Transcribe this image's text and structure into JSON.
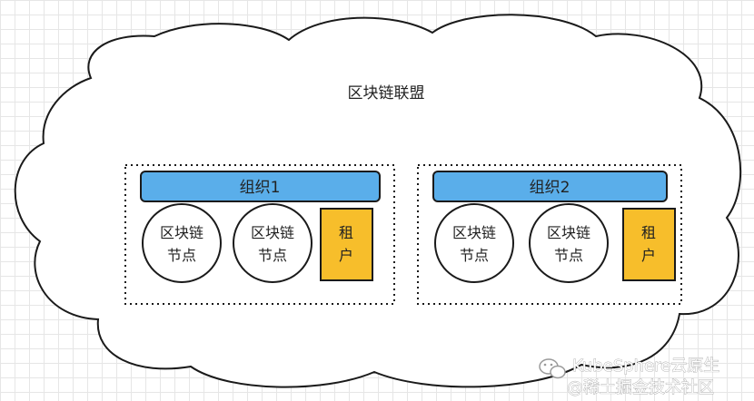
{
  "diagram": {
    "title": "区块链联盟",
    "organizations": [
      {
        "name": "组织1",
        "nodes": [
          {
            "line1": "区块链",
            "line2": "节点"
          },
          {
            "line1": "区块链",
            "line2": "节点"
          }
        ],
        "tenant": {
          "line1": "租",
          "line2": "户"
        }
      },
      {
        "name": "组织2",
        "nodes": [
          {
            "line1": "区块链",
            "line2": "节点"
          },
          {
            "line1": "区块链",
            "line2": "节点"
          }
        ],
        "tenant": {
          "line1": "租",
          "line2": "户"
        }
      }
    ]
  },
  "watermark": {
    "line1": "KubeSphere云原生",
    "line2": "@稀土掘金技术社区"
  },
  "colors": {
    "org_bar": "#5aaeea",
    "tenant": "#f7be2b",
    "stroke": "#1a1a1a"
  }
}
